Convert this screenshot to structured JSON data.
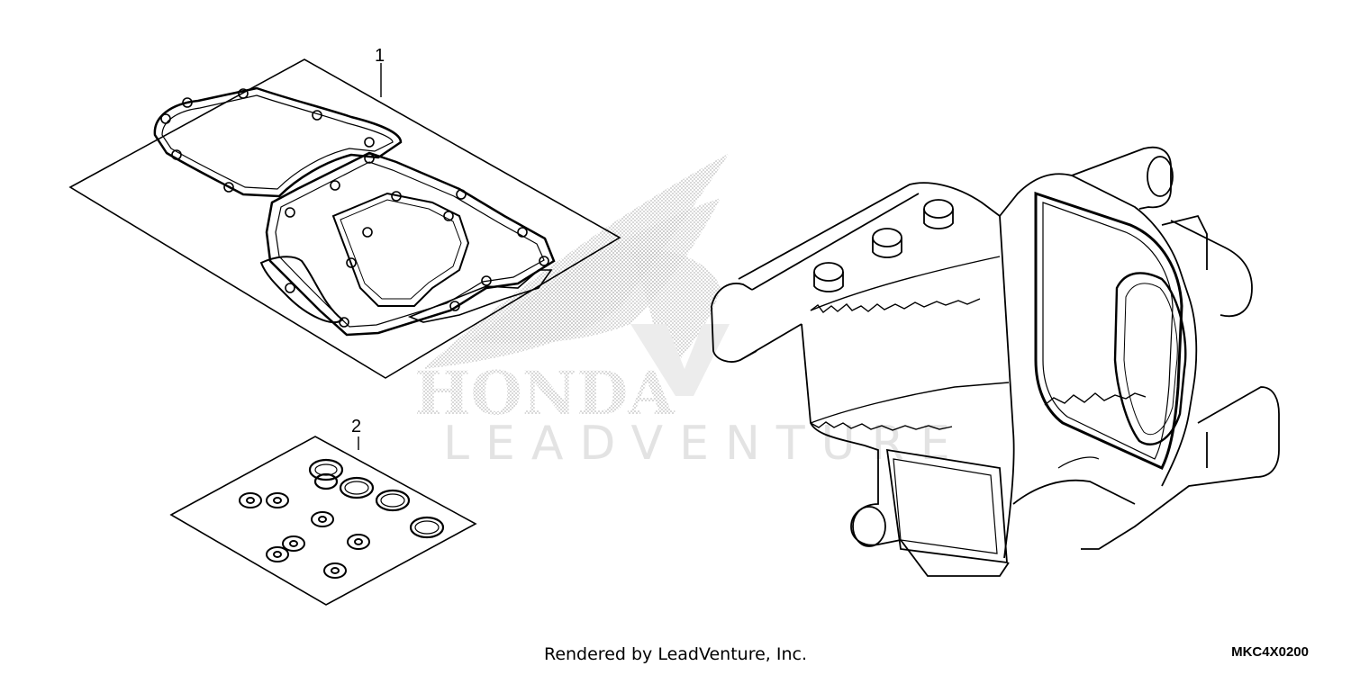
{
  "parts": [
    {
      "ref": "1"
    },
    {
      "ref": "2"
    }
  ],
  "watermark": {
    "brand_text": "HONDA",
    "vendor_text": "LEADVENTURE"
  },
  "footer": {
    "credit": "Rendered by LeadVenture, Inc.",
    "diagram_code": "MKC4X0200"
  },
  "colors": {
    "line": "#000000",
    "watermark": "#d0d0d0"
  }
}
